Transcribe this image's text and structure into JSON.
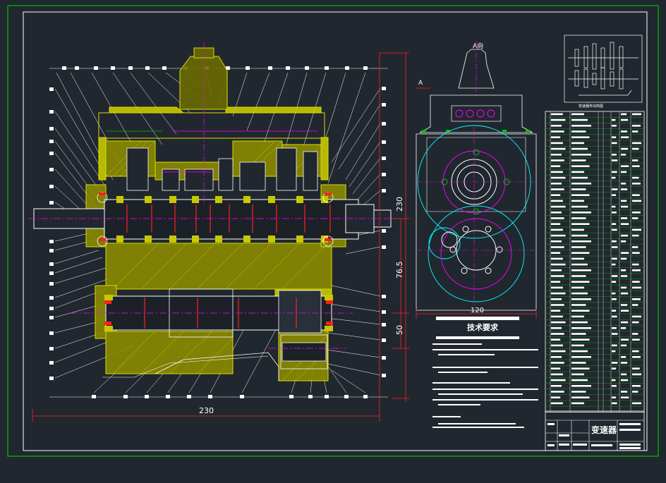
{
  "drawing": {
    "title": "技术要求",
    "name": "变速器",
    "scale_label": "A向",
    "view_label": "A",
    "sub_caption": "变速器传动简图"
  },
  "dimensions": {
    "width_bottom": "230",
    "height_right": "230",
    "d1": "76.5",
    "d2": "50",
    "width_side": "120"
  },
  "colors": {
    "background": "#21272f",
    "frame": "#00c000",
    "section": "#f0f000",
    "line": "#ffffff",
    "center": "#ff00ff",
    "cyan": "#00ffff",
    "red": "#ff2020"
  }
}
